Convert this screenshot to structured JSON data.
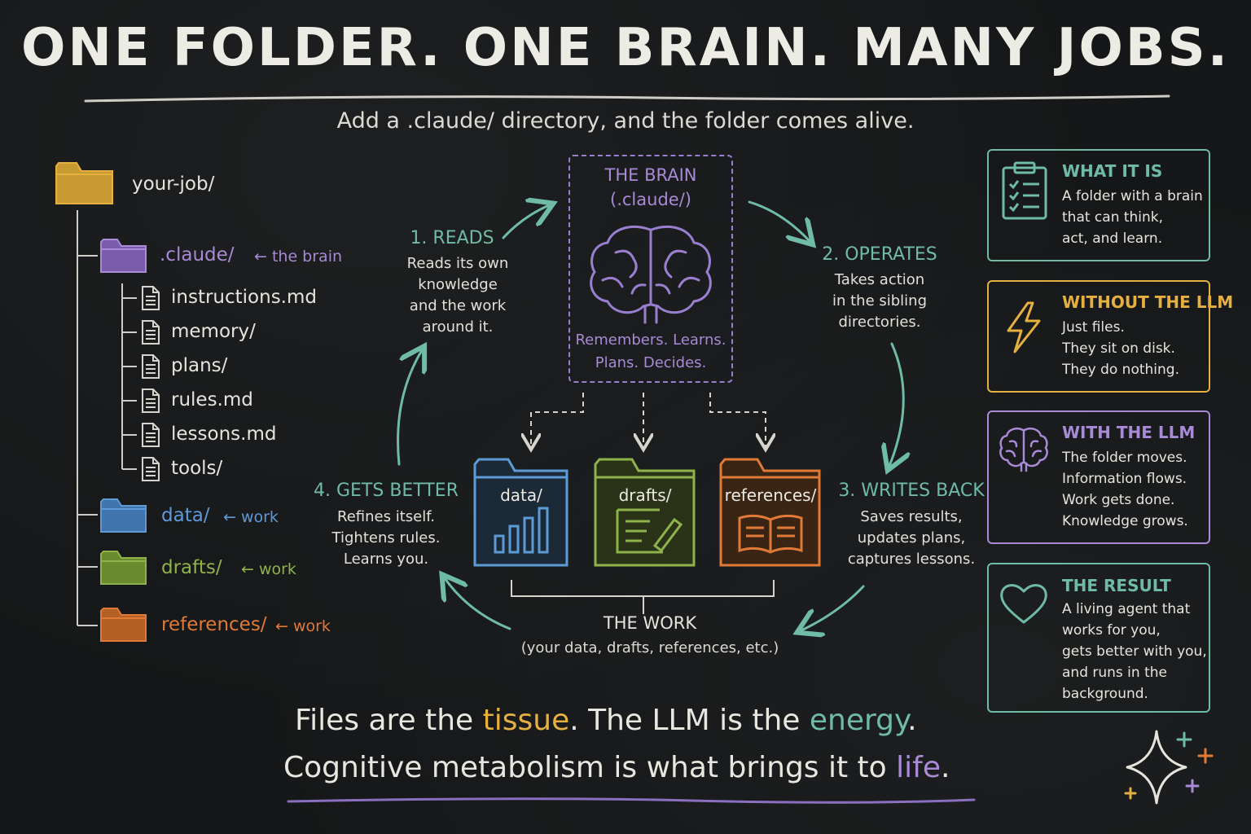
{
  "header": {
    "title": "ONE FOLDER. ONE BRAIN. MANY JOBS.",
    "subtitle": "Add a .claude/ directory, and the folder comes alive."
  },
  "tree": {
    "root": "your-job/",
    "brain_folder": {
      "label": ".claude/",
      "note": "← the brain"
    },
    "brain_files": [
      "instructions.md",
      "memory/",
      "plans/",
      "rules.md",
      "lessons.md",
      "tools/"
    ],
    "work_folders": [
      {
        "label": "data/",
        "note": "← work"
      },
      {
        "label": "drafts/",
        "note": "← work"
      },
      {
        "label": "references/",
        "note": "← work"
      }
    ]
  },
  "brain": {
    "title": "THE BRAIN",
    "path": "(.claude/)",
    "caption": "Remembers. Learns.\nPlans. Decides."
  },
  "steps": [
    {
      "title": "1. READS",
      "body": "Reads its own\nknowledge\nand the work\naround it."
    },
    {
      "title": "2. OPERATES",
      "body": "Takes action\nin the sibling\ndirectories."
    },
    {
      "title": "3. WRITES BACK",
      "body": "Saves results,\nupdates plans,\ncaptures lessons."
    },
    {
      "title": "4. GETS BETTER",
      "body": "Refines itself.\nTightens rules.\nLearns you."
    }
  ],
  "work_folders": [
    "data/",
    "drafts/",
    "references/"
  ],
  "work": {
    "title": "THE WORK",
    "subtitle": "(your data, drafts, references, etc.)"
  },
  "cards": [
    {
      "title": "WHAT IT IS",
      "body": "A folder with a brain\nthat can think,\nact, and learn.",
      "icon": "clipboard-icon",
      "color": "#6fbba6"
    },
    {
      "title": "WITHOUT THE LLM",
      "body": "Just files.\nThey sit on disk.\nThey do nothing.",
      "icon": "lightning-icon",
      "color": "#e6b040"
    },
    {
      "title": "WITH THE LLM",
      "body": "The folder moves.\nInformation flows.\nWork gets done.\nKnowledge grows.",
      "icon": "brain-icon",
      "color": "#a88ad6"
    },
    {
      "title": "THE RESULT",
      "body": "A living agent that\nworks for you,\ngets better with you,\nand runs in the\nbackground.",
      "icon": "heart-icon",
      "color": "#6fbba6"
    }
  ],
  "footer": {
    "line1_a": "Files are the ",
    "line1_tissue": "tissue",
    "line1_b": ".  The LLM is the ",
    "line1_energy": "energy",
    "line1_c": ".",
    "line2_a": "Cognitive metabolism is what brings it to ",
    "line2_life": "life",
    "line2_b": "."
  },
  "colors": {
    "purple": "#a88ad6",
    "blue": "#5e9ad6",
    "green": "#8fb24a",
    "orange": "#e07a36",
    "teal": "#6fbba6",
    "yellow": "#e6b040"
  }
}
